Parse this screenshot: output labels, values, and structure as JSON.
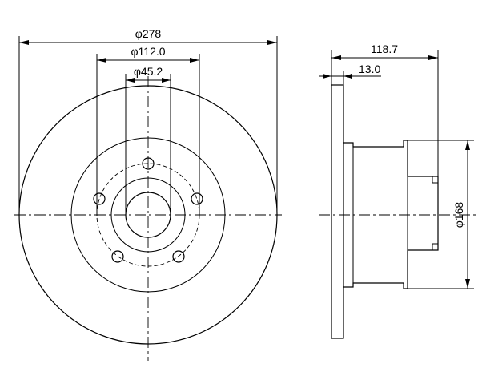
{
  "dimensions": {
    "outer_diameter": "φ278",
    "bolt_circle": "φ112.0",
    "center_bore": "φ45.2",
    "overall_height": "118.7",
    "disc_thickness": "13.0",
    "hub_diameter": "φ168"
  }
}
